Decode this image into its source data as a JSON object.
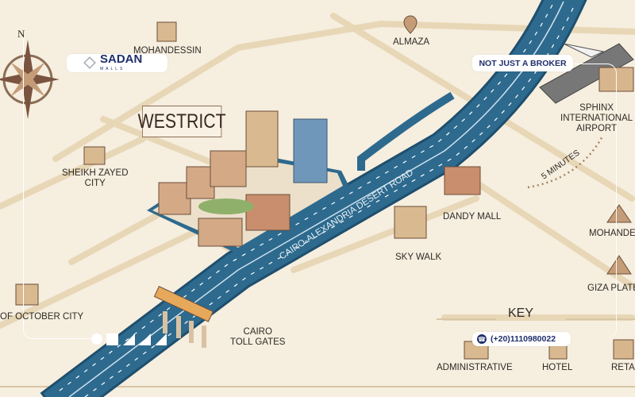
{
  "map": {
    "title": "WESTRICT",
    "road_label": "CAIRO-ALEXANDRIA DESERT ROAD",
    "compass_label": "N",
    "travel_time": "5 MINUTES",
    "places": {
      "mohandessin": "MOHANDESSIN",
      "almaza": "ALMAZA",
      "sheikh_zayed": "SHEIKH ZAYED\nCITY",
      "october_city": "OF OCTOBER CITY",
      "toll_gates": "CAIRO\nTOLL GATES",
      "dandy_mall": "DANDY MALL",
      "sky_walk": "SKY WALK",
      "airport": "SPHINX\nINTERNATIONAL\nAIRPORT",
      "mohandessin_right": "MOHANDE",
      "giza": "GIZA PLATE"
    },
    "key": {
      "title": "KEY",
      "items": [
        "ADMINISTRATIVE",
        "HOTEL",
        "RETA"
      ]
    },
    "colors": {
      "background": "#f6eedf",
      "road": "#2d6a8e",
      "street": "#e8d7b6",
      "brand": "#1f2f6b"
    }
  },
  "overlay": {
    "brand_name": "SADAN",
    "brand_sub": "MALLS",
    "slogan": "NOT JUST A BROKER",
    "phone": "(+20)1110980022",
    "phone_icon": "phone-icon"
  }
}
